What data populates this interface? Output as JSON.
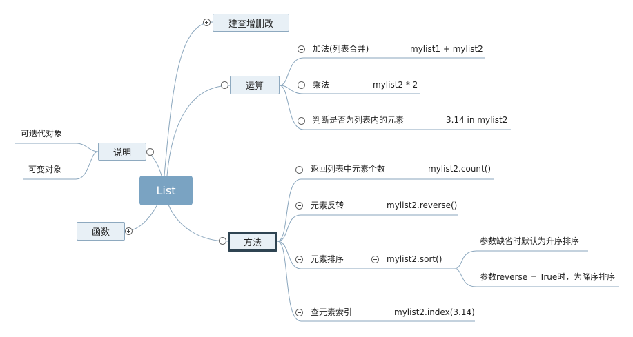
{
  "root": {
    "label": "List"
  },
  "crud": {
    "label": "建查增删改"
  },
  "ops": {
    "label": "运算",
    "items": [
      {
        "name": "加法(列表合并)",
        "code": "mylist1 + mylist2"
      },
      {
        "name": "乘法",
        "code": "mylist2 * 2"
      },
      {
        "name": "判断是否为列表内的元素",
        "code": "3.14 in mylist2"
      }
    ]
  },
  "desc": {
    "label": "说明",
    "items": [
      "可迭代对象",
      "可变对象"
    ]
  },
  "func": {
    "label": "函数"
  },
  "methods": {
    "label": "方法",
    "items": [
      {
        "name": "返回列表中元素个数",
        "code": "mylist2.count()"
      },
      {
        "name": "元素反转",
        "code": "mylist2.reverse()"
      },
      {
        "name": "元素排序",
        "code": "mylist2.sort()"
      },
      {
        "name": "查元素索引",
        "code": "mylist2.index(3.14)"
      }
    ],
    "sort_notes": [
      "参数缺省时默认为升序排序",
      "参数reverse = True时，为降序排序"
    ]
  },
  "colors": {
    "line": "#8aa6bd",
    "root": "#7aa3c2",
    "node_bg": "#e8f0f6"
  }
}
